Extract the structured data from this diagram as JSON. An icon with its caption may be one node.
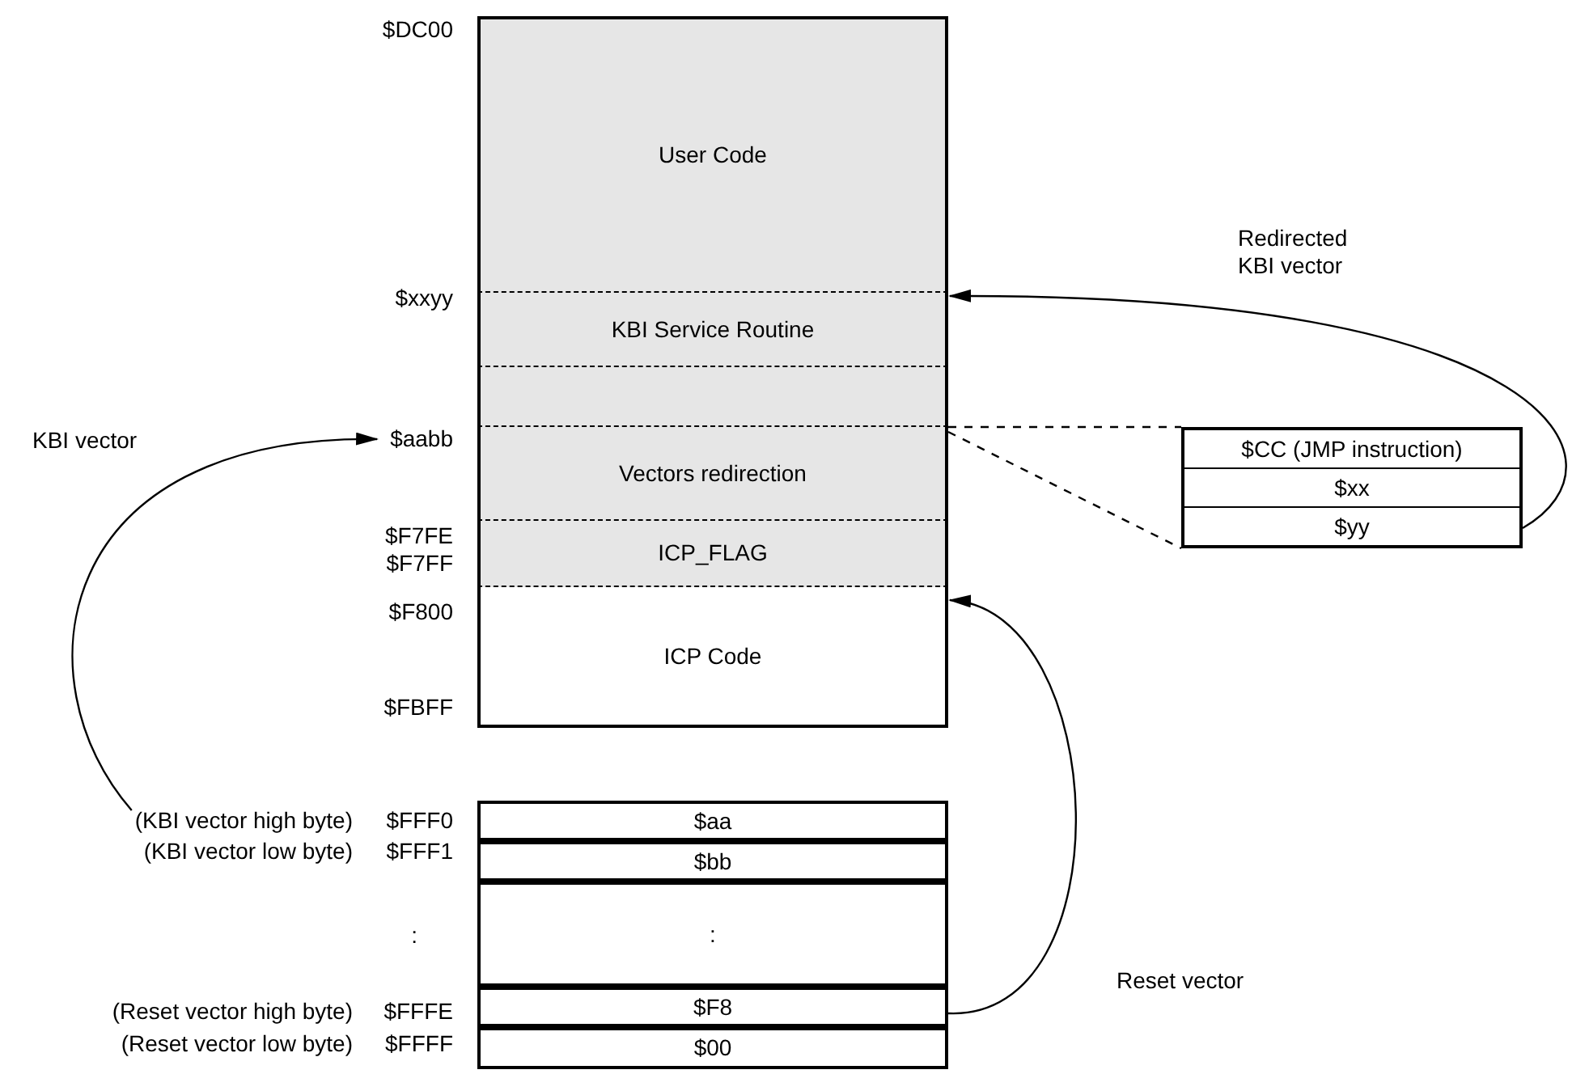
{
  "diagram": {
    "nodes": [
      {
        "text": [
          "User Code"
        ],
        "beside": [
          "$DC00"
        ]
      },
      {
        "text": [
          "KBI Service Routine"
        ],
        "beside": [
          "$xxyy"
        ]
      },
      {
        "text": [],
        "shape": "box"
      },
      {
        "text": [
          "Vectors redirection"
        ],
        "beside": [
          "$aabb"
        ]
      },
      {
        "text": [
          "ICP_FLAG"
        ],
        "beside": [
          "$F7FE",
          "$F7FF"
        ]
      },
      {
        "text": [
          "ICP Code"
        ]
      },
      {
        "text": [
          "$CC (JMP instruction)"
        ]
      },
      {
        "text": [
          "$xx"
        ]
      },
      {
        "text": [
          "$yy"
        ]
      },
      {
        "text": [
          "$aa"
        ],
        "beside": [
          "(KBI vector high byte)",
          "$FFF0"
        ]
      },
      {
        "text": [
          "$bb"
        ],
        "beside": [
          "(KBI vector low byte)",
          "$FFF1"
        ]
      },
      {
        "text": [
          ":"
        ],
        "beside": [
          ":"
        ]
      },
      {
        "text": [
          "$F8"
        ],
        "beside": [
          "(Reset vector high byte)",
          "$FFFE"
        ]
      },
      {
        "text": [
          "$00"
        ],
        "beside": [
          "(Reset vector low byte)",
          "$FFFF"
        ]
      }
    ],
    "edges": [
      {
        "from": 9,
        "to": 3,
        "arrow": "to",
        "label": "KBI vector"
      },
      {
        "from": 8,
        "to": 1,
        "arrow": "to",
        "label": "Redirected KBI vector"
      },
      {
        "from": 12,
        "to": 5,
        "arrow": "to",
        "label": "Reset vector"
      },
      {
        "from": 3,
        "to": 6,
        "arrow": "none",
        "style": "dashed"
      },
      {
        "from": 3,
        "to": 8,
        "arrow": "none",
        "style": "dashed"
      }
    ],
    "labels": [
      "$F800",
      "$FBFF"
    ]
  }
}
